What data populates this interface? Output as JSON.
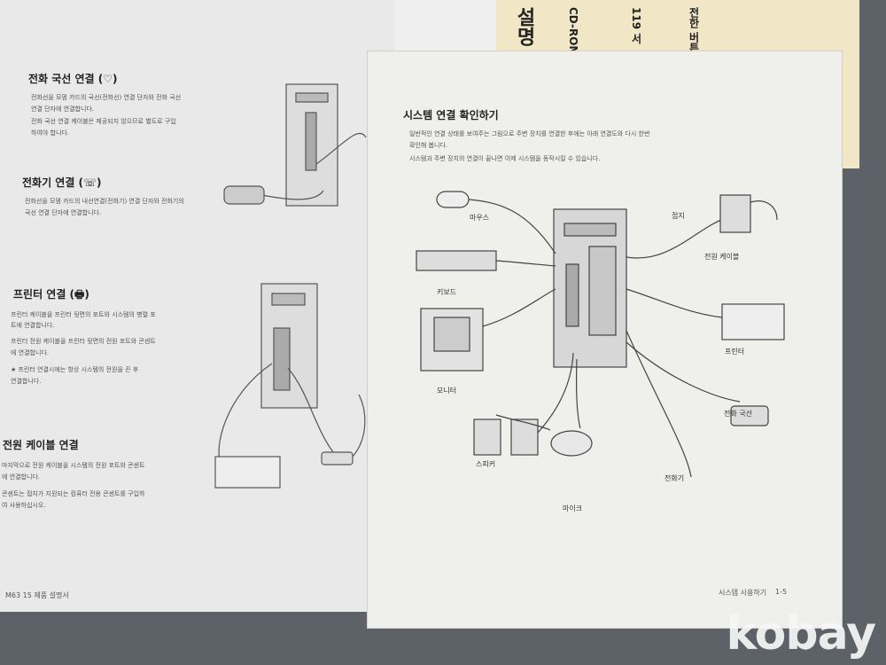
{
  "left": {
    "h1": "전화 국선 연결 (♡)",
    "p1": "전화선을 모뎀 카드의 국선(전화선) 연결 단자와 전화 국선",
    "p2": "연결 단자에 연결합니다.",
    "p3": "전화 국선 연결 케이블은 제공되지 않으므로 별도로 구입",
    "p4": "하여야 합니다.",
    "h2": "전화기 연결 (☏)",
    "p5": "전화선을 모뎀 카드의 내선연결(전화기) 연결 단자와 전화기의",
    "p6": "국선 연결 단자에 연결합니다.",
    "h3": "프린터 연결 (🖶)",
    "p7": "프린터 케이블을 프린터 뒷면의 포트와 시스템의 병렬 포",
    "p8": "트에 연결합니다.",
    "p9": "프린터 전원 케이블을 프린터 뒷면의 전원 포트와 콘센트",
    "p10": "에 연결합니다.",
    "p11": "★ 프린터 연결시에는 항상 시스템의 전원을 끈 후",
    "p12": "연결합니다.",
    "h4": "전원 케이블 연결",
    "p13": "마지막으로 전원 케이블을 시스템의 전원 포트와 콘센트",
    "p14": "에 연결합니다.",
    "p15": "콘센트는 접지가 지원되는 컴퓨터 전용 콘센트를 구입하",
    "p16": "여 사용하십시오.",
    "footer": "M63 15 제품 설명서"
  },
  "right": {
    "title": "시스템 연결 확인하기",
    "p1": "일반적인 연결 상태를 보여주는 그림으로 주변 장치를 연결한 후에는 아래 연결도와 다시 한번",
    "p2": "확인해 봅니다.",
    "p3": "시스템과 주변 장치의 연결이 끝나면 이제 시스템을 동작시킬 수 있습니다.",
    "labels": {
      "mouse": "마우스",
      "keyboard": "키보드",
      "monitor": "모니터",
      "speaker": "스피커",
      "mic": "마이크",
      "ground": "접지",
      "power": "전원 케이블",
      "printer": "프린터",
      "line": "전화 국선",
      "phone": "전화기"
    },
    "footer": "시스템 사용하기",
    "page": "1-5"
  },
  "insert": {
    "t1": "CD-ROM",
    "t2": "119 서",
    "t3": "설명",
    "t4": "전한 버튼"
  },
  "watermark": "kobay"
}
